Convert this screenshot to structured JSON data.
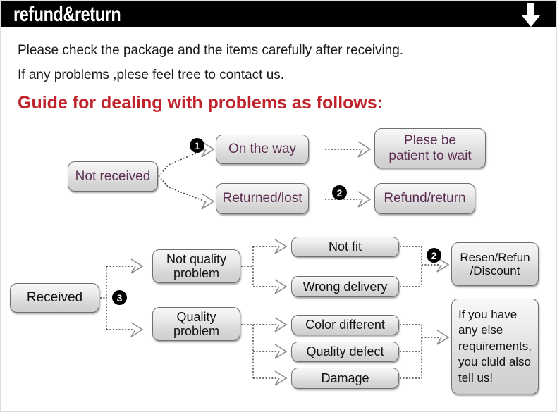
{
  "header": {
    "title": "refund&return",
    "arrow_icon": "arrow-down-icon",
    "background": "#000000",
    "text_color": "#ffffff"
  },
  "intro": {
    "line1": "Please check the package and the items carefully after receiving.",
    "line2": "If any problems ,plese feel tree to contact us.",
    "heading": "Guide for dealing with problems as follows:",
    "heading_color": "#c0232b"
  },
  "flow_not_received": {
    "accent_text_color": "#5c2d52",
    "source": "Not received",
    "branch_on_the_way": "On the way",
    "branch_returned_lost": "Returned/lost",
    "outcome_wait": "Plese be\npatient to wait",
    "outcome_wait_line1": "Plese be",
    "outcome_wait_line2": "patient to wait",
    "outcome_refund": "Refund/return",
    "badge_1": "1",
    "badge_2": "2"
  },
  "flow_received": {
    "accent_text_color": "#111111",
    "source": "Received",
    "badge_3": "3",
    "badge_2": "2",
    "category_not_quality_line1": "Not quality",
    "category_not_quality_line2": "problem",
    "category_quality_line1": "Quality",
    "category_quality_line2": "problem",
    "issues": [
      "Not fit",
      "Wrong delivery",
      "Color different",
      "Quality defect",
      "Damage"
    ],
    "outcome_resend_line1": "Resen/Refun",
    "outcome_resend_line2": "/Discount",
    "note_line1": "If you have",
    "note_line2": "any else",
    "note_line3": "requirements,",
    "note_line4": "you cluld also",
    "note_line5": "tell us!"
  }
}
